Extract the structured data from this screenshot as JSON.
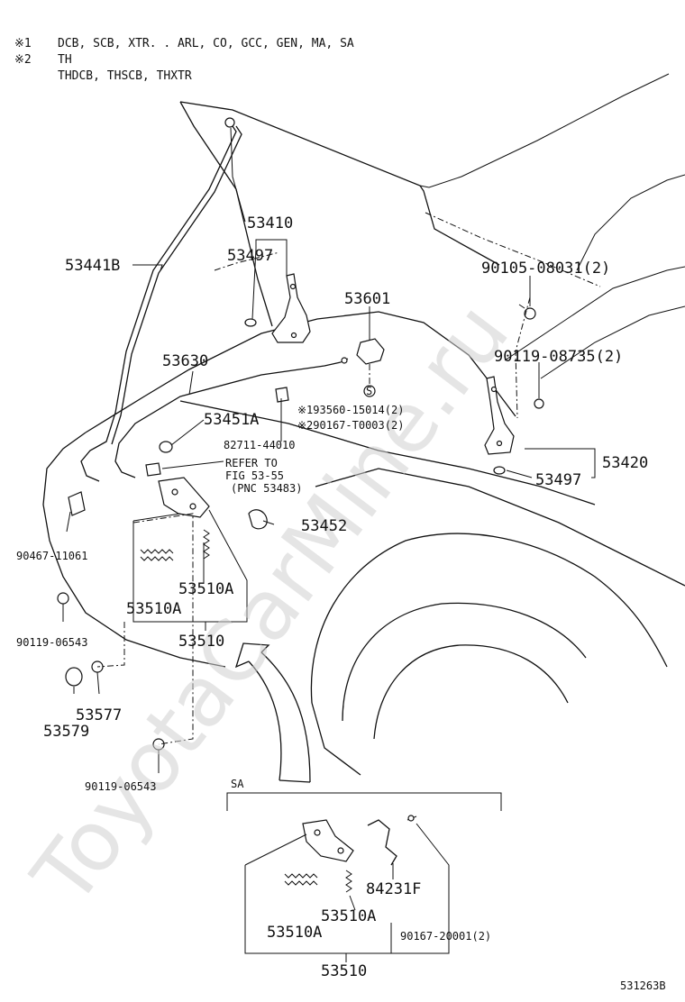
{
  "notes": {
    "n1_mark": "※1",
    "n1_text": "DCB, SCB, XTR. . ARL, CO, GCC, GEN, MA, SA",
    "n2_mark": "※2",
    "n2_text1": "TH",
    "n2_text2": "THDCB, THSCB, THXTR"
  },
  "watermark": "ToyotaCarMine.ru",
  "labels": {
    "p53410": "53410",
    "p53497_top": "53497",
    "p53441B": "53441B",
    "p53601": "53601",
    "p90105": "90105-08031(2)",
    "p53630": "53630",
    "p90119_08735": "90119-08735(2)",
    "p53451A": "53451A",
    "p93560": "※193560-15014(2)",
    "p90167_T": "※290167-T0003(2)",
    "p82711": "82711-44010",
    "p53420": "53420",
    "p53497_bot": "53497",
    "refer1": "REFER TO",
    "refer2": "FIG 53-55",
    "refer3": "(PNC 53483)",
    "p53452": "53452",
    "p90467": "90467-11061",
    "p53510A_r": "53510A",
    "p53510A_l": "53510A",
    "p53510": "53510",
    "p90119_06543_a": "90119-06543",
    "p53577": "53577",
    "p53579": "53579",
    "p90119_06543_b": "90119-06543",
    "sa": "SA",
    "sa_84231F": "84231F",
    "sa_53510A_r": "53510A",
    "sa_53510A_l": "53510A",
    "sa_90167": "90167-20001(2)",
    "sa_53510": "53510"
  },
  "figure_code": "531263B"
}
